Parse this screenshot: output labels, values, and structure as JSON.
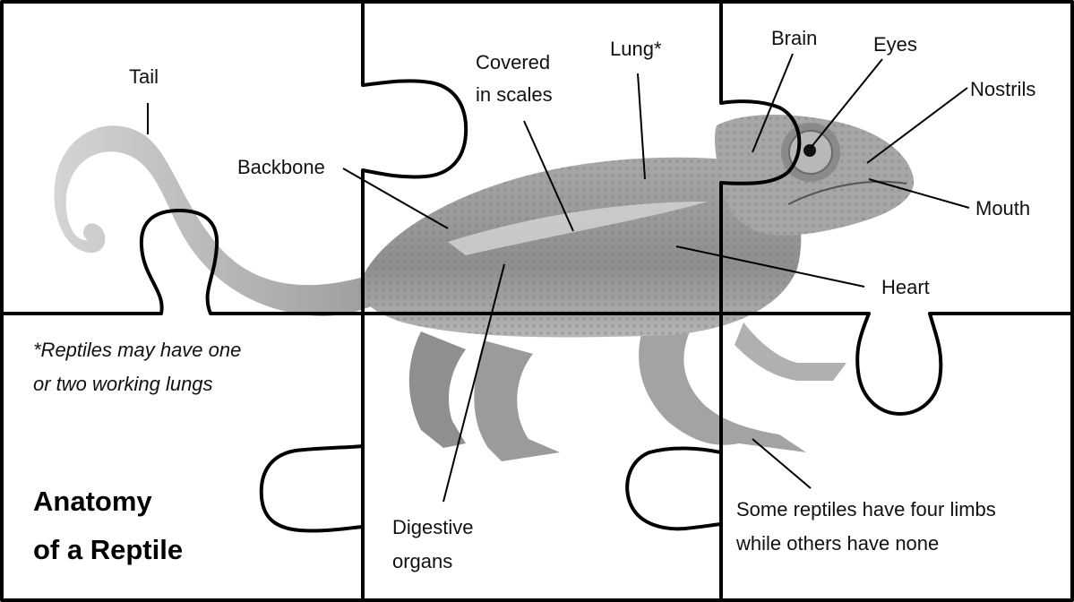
{
  "title": {
    "line1": "Anatomy",
    "line2": "of a Reptile"
  },
  "footnote": {
    "line1": "*Reptiles may have one",
    "line2": "or two working lungs"
  },
  "labels": {
    "tail": "Tail",
    "backbone": "Backbone",
    "covered_line1": "Covered",
    "covered_line2": "in scales",
    "lung": "Lung*",
    "brain": "Brain",
    "eyes": "Eyes",
    "nostrils": "Nostrils",
    "mouth": "Mouth",
    "heart": "Heart",
    "digestive_line1": "Digestive",
    "digestive_line2": "organs",
    "limbs_line1": "Some reptiles have four limbs",
    "limbs_line2": "while others have none"
  },
  "illustration": "chameleon",
  "colors": {
    "background": "#ffffff",
    "lines": "#000000",
    "animal_body": "#9a9a9a",
    "animal_light": "#cfcfcf",
    "animal_dark": "#6e6e6e"
  }
}
